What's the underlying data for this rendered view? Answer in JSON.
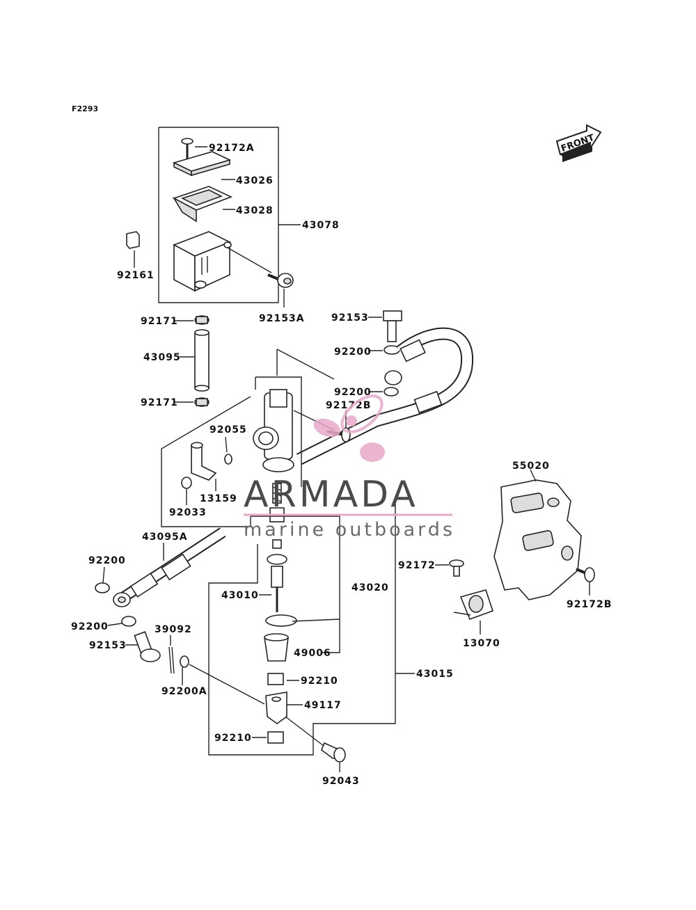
{
  "diagram_code": "F2293",
  "front_label": "FRONT",
  "watermark": {
    "brand": "ARMADA",
    "tagline": "marine outboards",
    "accent_color": "#e8a8c8"
  },
  "parts": {
    "p92172A": "92172A",
    "p43026": "43026",
    "p43028": "43028",
    "p43078": "43078",
    "p92161": "92161",
    "p92153A": "92153A",
    "p92171a": "92171",
    "p43095": "43095",
    "p92171b": "92171",
    "p92153a": "92153",
    "p92200a": "92200",
    "p92200b": "92200",
    "p92172B": "92172B",
    "p92055": "92055",
    "p13159": "13159",
    "p92033": "92033",
    "p55020": "55020",
    "p43095A": "43095A",
    "p92200c": "92200",
    "p43010": "43010",
    "p43020": "43020",
    "p92172": "92172",
    "p92172Bb": "92172B",
    "p92200d": "92200",
    "p39092": "39092",
    "p92153b": "92153",
    "p49006": "49006",
    "p13070": "13070",
    "p92200A": "92200A",
    "p92210a": "92210",
    "p43015": "43015",
    "p49117": "49117",
    "p92210b": "92210",
    "p92043": "92043"
  }
}
